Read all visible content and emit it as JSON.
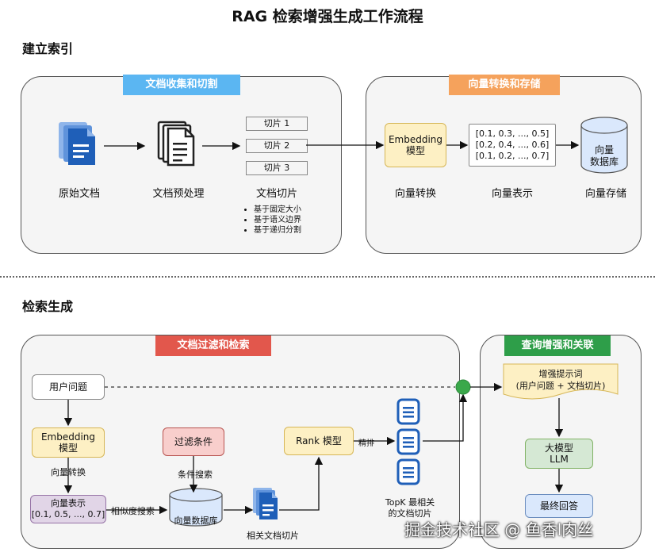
{
  "title": "RAG 检索增强生成工作流程",
  "sections": {
    "indexing": "建立索引",
    "retrieval": "检索生成"
  },
  "indexing": {
    "tag_left": "文档收集和切割",
    "tag_right": "向量转换和存储",
    "raw_docs": "原始文档",
    "preprocess": "文档预处理",
    "chunks_label": "文档切片",
    "chunks": [
      "切片 1",
      "切片 2",
      "切片 3"
    ],
    "bullets": [
      "基于固定大小",
      "基于语义边界",
      "基于递归分割"
    ],
    "embedding_line1": "Embedding",
    "embedding_line2": "模型",
    "vector_text": [
      "[0.1, 0.3, ..., 0.5]",
      "[0.2, 0.4, ..., 0.6]",
      "[0.1, 0.2, ..., 0.7]"
    ],
    "db_line1": "向量",
    "db_line2": "数据库",
    "label_convert": "向量转换",
    "label_represent": "向量表示",
    "label_store": "向量存储"
  },
  "retrieval": {
    "tag_left": "文档过滤和检索",
    "tag_right": "查询增强和关联",
    "user_question": "用户问题",
    "embedding_line1": "Embedding",
    "embedding_line2": "模型",
    "label_convert": "向量转换",
    "vector_line1": "向量表示",
    "vector_line2": "[0.1, 0.5, ..., 0.7]",
    "similarity": "相似度搜索",
    "filter": "过滤条件",
    "condition_search": "条件搜索",
    "vector_db": "向量数据库",
    "related_chunks": "相关文档切片",
    "rank": "Rank 模型",
    "rerank": "精排",
    "topk_line1": "TopK 最相关",
    "topk_line2": "的文档切片",
    "prompt_line1": "增强提示词",
    "prompt_line2": "(用户问题 + 文档切片)",
    "llm_line1": "大模型",
    "llm_line2": "LLM",
    "final_answer": "最终回答"
  },
  "watermark": "掘金技术社区 @ 鱼香l肉丝",
  "colors": {
    "tag_blue": "#5bb6f2",
    "tag_orange": "#f5a25c",
    "tag_red": "#e2574c",
    "tag_green": "#2e9e49",
    "yellow_fill": "#fdf0c4",
    "yellow_border": "#d6b656",
    "pink_fill": "#f8cecc",
    "purple_fill": "#e1d5e7",
    "green_fill": "#d5e8d4",
    "blue_fill": "#dae8fc",
    "doc_blue": "#1f5fb8"
  }
}
